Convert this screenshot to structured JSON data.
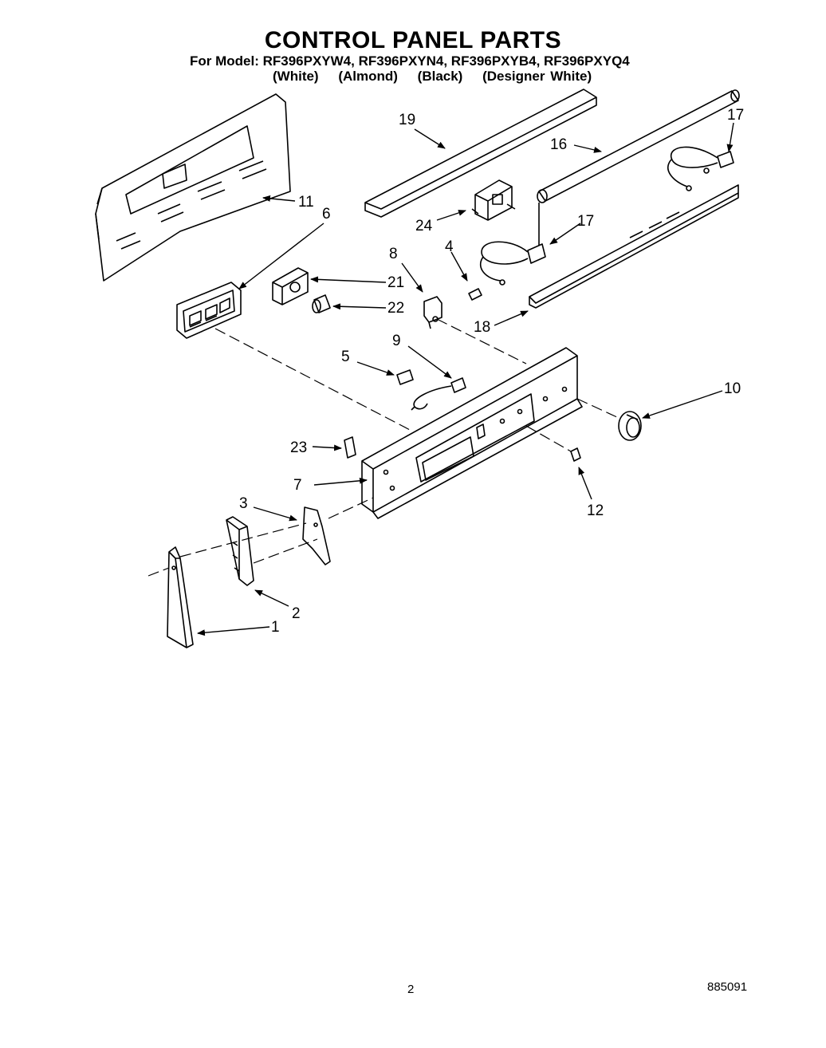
{
  "title": "CONTROL PANEL PARTS",
  "model_line": "For Model: RF396PXYW4, RF396PXYN4, RF396PXYB4, RF396PXYQ4",
  "color_variants": [
    "(White)",
    "(Almond)",
    "(Black)",
    "(Designer White)"
  ],
  "callouts": {
    "c1": "1",
    "c2": "2",
    "c3": "3",
    "c4": "4",
    "c5": "5",
    "c6": "6",
    "c7": "7",
    "c8": "8",
    "c9": "9",
    "c10": "10",
    "c11": "11",
    "c12": "12",
    "c16": "16",
    "c17a": "17",
    "c17b": "17",
    "c18": "18",
    "c19": "19",
    "c21": "21",
    "c22": "22",
    "c23": "23",
    "c24": "24"
  },
  "footer": {
    "page_number": "2",
    "document_number": "885091"
  }
}
